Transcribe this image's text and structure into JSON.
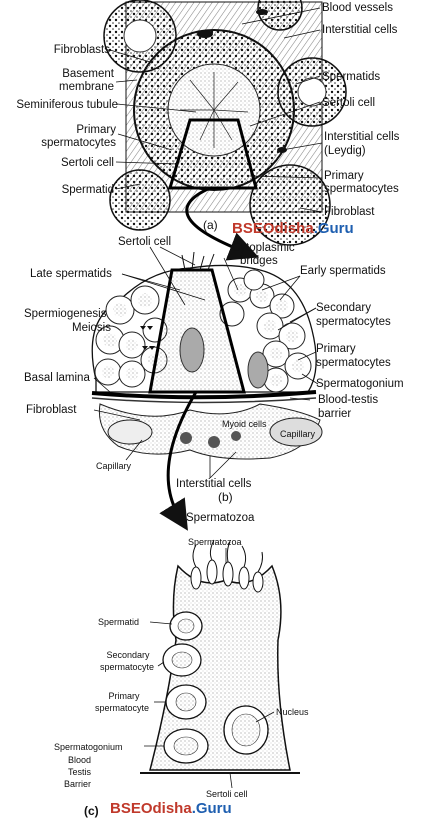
{
  "panel_a": {
    "panel_label": "(a)",
    "labels_left": {
      "fibroblasts": "Fibroblasts",
      "basement_membrane_l1": "Basement",
      "basement_membrane_l2": "membrane",
      "seminiferous_tubule": "Seminiferous tubule",
      "primary_spermatocytes_l1": "Primary",
      "primary_spermatocytes_l2": "spermatocytes",
      "sertoli_cell": "Sertoli cell",
      "spermatid": "Spermatid"
    },
    "labels_right": {
      "blood_vessels": "Blood vessels",
      "interstitial_cells": "Interstitial cells",
      "spermatids": "Spermatids",
      "sertoli_cell": "Sertoli cell",
      "interstitial_leydig_l1": "Interstitial cells",
      "interstitial_leydig_l2": "(Leydig)",
      "primary_spermatocytes_l1": "Primary",
      "primary_spermatocytes_l2": "spermatocytes",
      "fibroblast": "Fibroblast"
    }
  },
  "watermark": {
    "part1": "BSEOdisha",
    "part2": ".Guru"
  },
  "panel_b": {
    "panel_label": "(b)",
    "labels": {
      "sertoli_cell": "Sertoli cell",
      "cytoplasmic_bridges_l1": "Cytoplasmic",
      "cytoplasmic_bridges_l2": "bridges",
      "late_spermatids": "Late spermatids",
      "early_spermatids": "Early spermatids",
      "spermiogenesis": "Spermiogenesis",
      "meiosis": "Meiosis",
      "secondary_spermatocytes_l1": "Secondary",
      "secondary_spermatocytes_l2": "spermatocytes",
      "primary_spermatocytes_l1": "Primary",
      "primary_spermatocytes_l2": "spermatocytes",
      "basal_lamina": "Basal lamina",
      "spermatogonium": "Spermatogonium",
      "fibroblast": "Fibroblast",
      "blood_testis_l1": "Blood-testis",
      "blood_testis_l2": "barrier",
      "myoid_cells": "Myoid cells",
      "capillary_inner": "Capillary",
      "capillary": "Capillary",
      "interstitial_cells": "Interstitial cells",
      "spermatozoa": "Spermatozoa"
    }
  },
  "panel_c": {
    "panel_label": "(c)",
    "labels": {
      "spermatozoa": "Spermatozoa",
      "spermatid": "Spermatid",
      "secondary_spermatocyte_l1": "Secondary",
      "secondary_spermatocyte_l2": "spermatocyte",
      "primary_spermatocyte_l1": "Primary",
      "primary_spermatocyte_l2": "spermatocyte",
      "nucleus": "Nucleus",
      "spermatogonium": "Spermatogonium",
      "blood_testis_l1": "Blood",
      "blood_testis_l2": "Testis",
      "blood_testis_l3": "Barrier",
      "sertoli_cell": "Sertoli cell"
    }
  }
}
